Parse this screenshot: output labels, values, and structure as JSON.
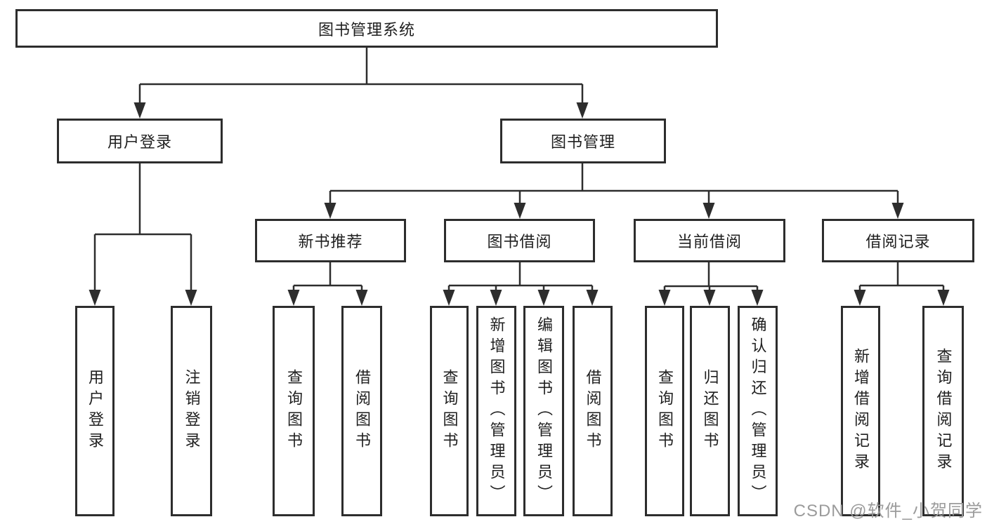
{
  "tree": {
    "root": {
      "label": "图书管理系统"
    },
    "branches": [
      {
        "label": "用户登录",
        "children": [
          {
            "label": "用户登录"
          },
          {
            "label": "注销登录"
          }
        ]
      },
      {
        "label": "图书管理",
        "children": [
          {
            "label": "新书推荐",
            "children": [
              {
                "label": "查询图书"
              },
              {
                "label": "借阅图书"
              }
            ]
          },
          {
            "label": "图书借阅",
            "children": [
              {
                "label": "查询图书"
              },
              {
                "label": "新增图书（管理员）"
              },
              {
                "label": "编辑图书（管理员）"
              },
              {
                "label": "借阅图书"
              }
            ]
          },
          {
            "label": "当前借阅",
            "children": [
              {
                "label": "查询图书"
              },
              {
                "label": "归还图书"
              },
              {
                "label": "确认归还（管理员）"
              }
            ]
          },
          {
            "label": "借阅记录",
            "children": [
              {
                "label": "新增借阅记录"
              },
              {
                "label": "查询借阅记录"
              }
            ]
          }
        ]
      }
    ]
  },
  "watermark": "CSDN @软件_小贺同学",
  "colors": {
    "stroke": "#2d2d2d",
    "box_fill": "#ffffff",
    "text": "#1f1f1f",
    "watermark": "#9b9b9b"
  }
}
